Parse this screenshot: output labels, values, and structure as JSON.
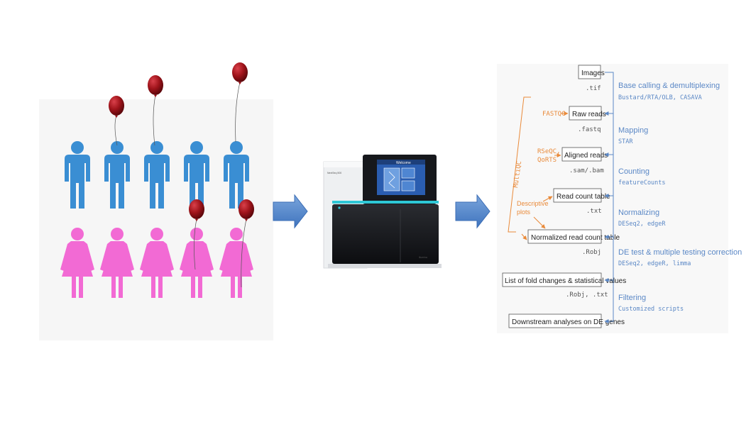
{
  "sequencer": {
    "model_label": "NextSeq 500",
    "screen_title": "Welcome",
    "brand": "illumina"
  },
  "pipeline": {
    "steps": [
      {
        "label": "Images",
        "filetype": ".tif"
      },
      {
        "label": "Raw reads",
        "filetype": ".fastq"
      },
      {
        "label": "Aligned reads",
        "filetype": ".sam/.bam"
      },
      {
        "label": "Read count table",
        "filetype": ".txt"
      },
      {
        "label": "Normalized read count table",
        "filetype": ".Robj"
      },
      {
        "label": "List of fold changes & statistical values",
        "filetype": ".Robj, .txt"
      },
      {
        "label": "Downstream analyses on DE genes",
        "filetype": ""
      }
    ],
    "transitions": [
      {
        "title": "Base calling & demultiplexing",
        "tools": "Bustard/RTA/OLB, CASAVA"
      },
      {
        "title": "Mapping",
        "tools": "STAR"
      },
      {
        "title": "Counting",
        "tools": "featureCounts"
      },
      {
        "title": "Normalizing",
        "tools": "DESeq2, edgeR"
      },
      {
        "title": "DE test & multiple testing correction",
        "tools": "DESeq2, edgeR, limma"
      },
      {
        "title": "Filtering",
        "tools": "Customized scripts"
      }
    ],
    "qc": {
      "fastqc": "FASTQC",
      "rseqc_1": "RSeQC,",
      "rseqc_2": "QoRTS",
      "descriptive_1": "Descriptive",
      "descriptive_2": "plots",
      "multiqc": "MultiQC"
    }
  },
  "colors": {
    "male": "#3a8ed3",
    "female": "#f26ad4",
    "balloon": "#a0141b",
    "arrow": "#5a8ccf",
    "accent_blue": "#5b88c6",
    "qc_orange": "#e98a3a"
  }
}
